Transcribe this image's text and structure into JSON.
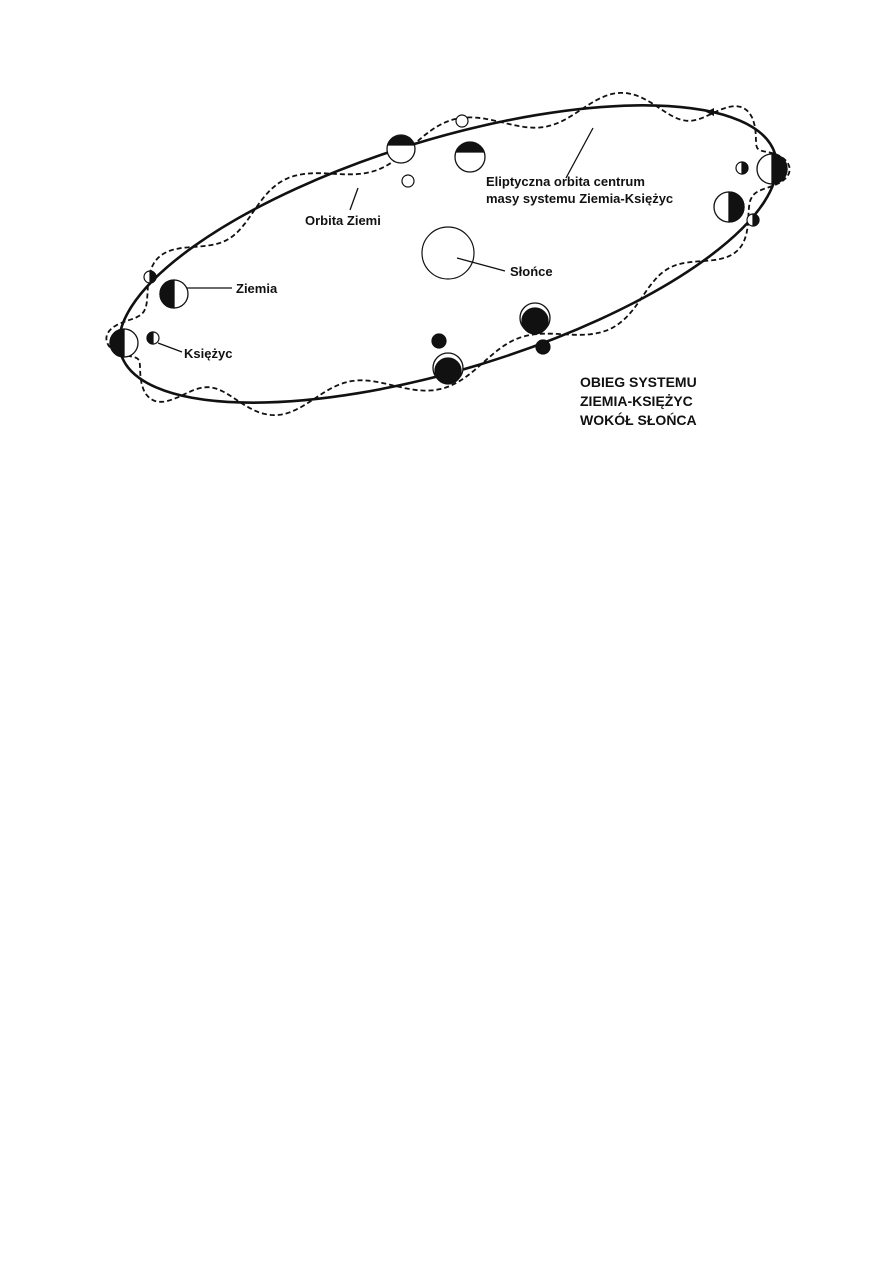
{
  "labels": {
    "orbit_cm_line1": "Eliptyczna orbita centrum",
    "orbit_cm_line2": "masy systemu Ziemia-Księżyc",
    "earth_orbit": "Orbita Ziemi",
    "sun": "Słońce",
    "earth": "Ziemia",
    "moon": "Księżyc"
  },
  "caption": {
    "line1": "OBIEG SYSTEMU",
    "line2": "ZIEMIA-KSIĘŻYC",
    "line3": "WOKÓŁ SŁOŃCA"
  },
  "colors": {
    "ink": "#111111",
    "background": "#ffffff"
  }
}
